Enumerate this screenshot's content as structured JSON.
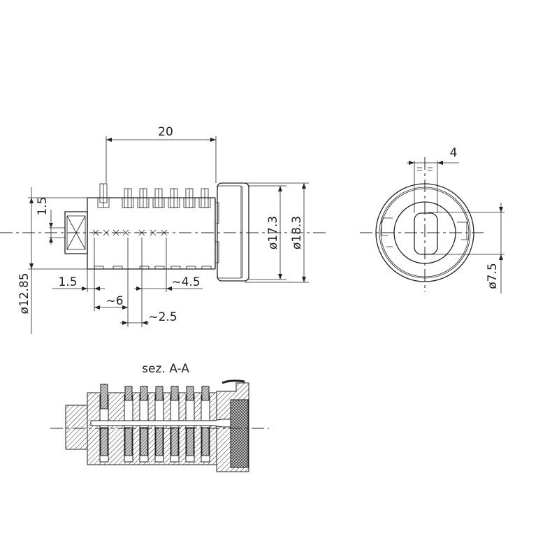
{
  "side_view": {
    "dim_length": "20",
    "dim_dia_inner": "ø17.3",
    "dim_dia_outer": "ø18.3",
    "dim_dia_body": "ø12.85",
    "dim_key_height": "1.5",
    "dim_first_offset": "1.5",
    "dim_pitch_group": "~6",
    "dim_gap": "~2.5",
    "dim_pitch_rear": "~4.5"
  },
  "front_view": {
    "dim_slot_width": "4",
    "dim_slot_dia": "ø7.5"
  },
  "section": {
    "title": "sez. A-A"
  }
}
